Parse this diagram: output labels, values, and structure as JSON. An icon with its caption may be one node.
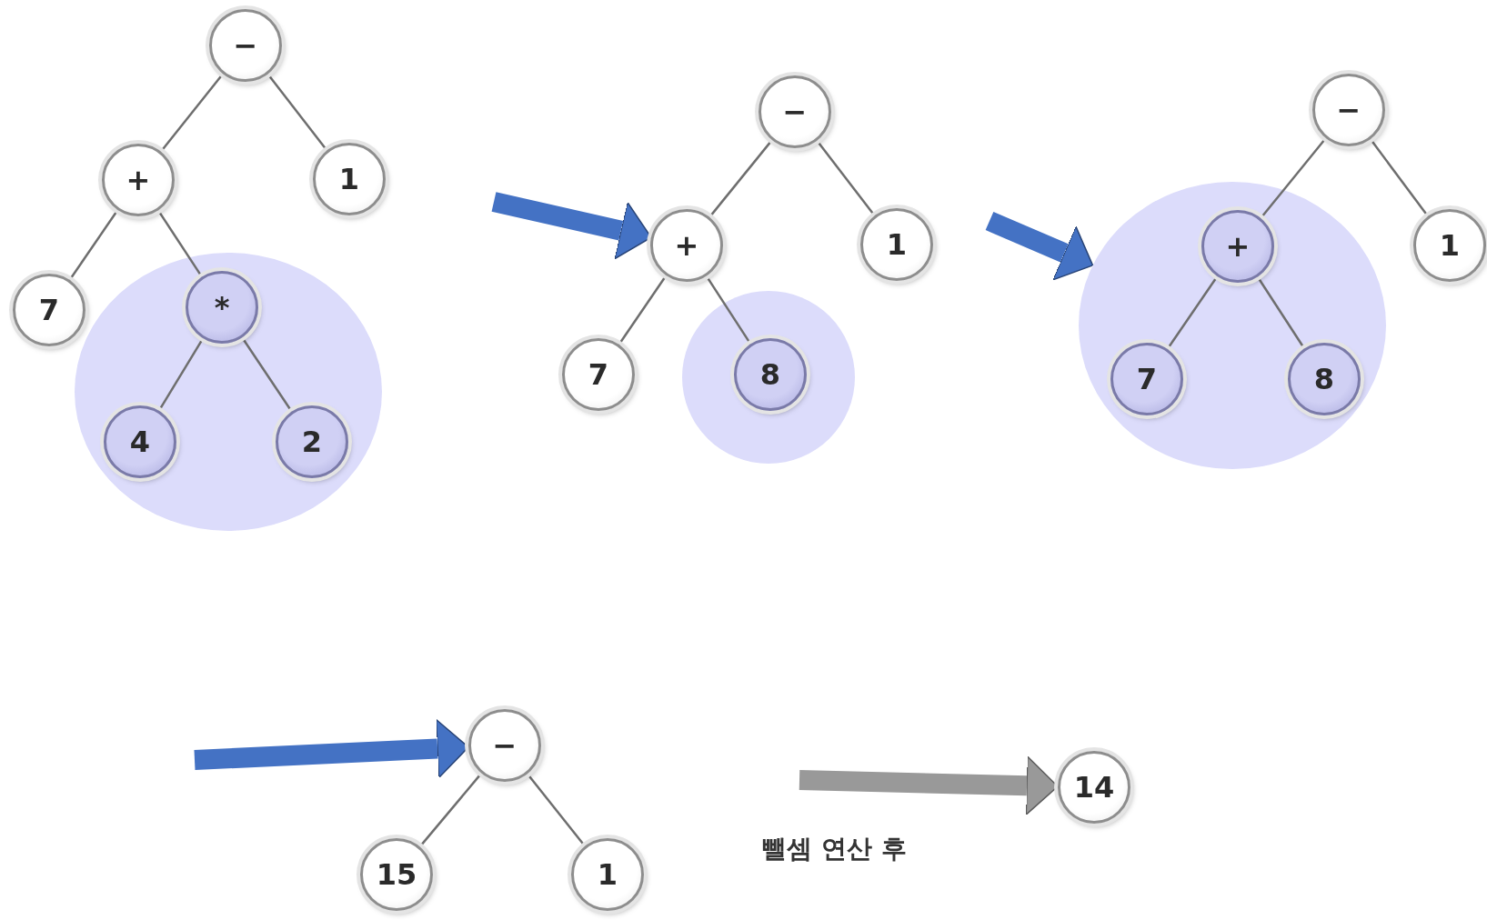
{
  "diagram": {
    "nodes": [
      {
        "text": [
          "−"
        ]
      },
      {
        "text": [
          "+"
        ]
      },
      {
        "text": [
          "1"
        ]
      },
      {
        "text": [
          "7"
        ]
      },
      {
        "text": [],
        "shape": "circle"
      },
      {
        "text": [
          "*"
        ],
        "in": 4
      },
      {
        "text": [
          "4"
        ],
        "in": 4
      },
      {
        "text": [
          "2"
        ],
        "in": 4
      },
      {
        "text": [
          "−"
        ]
      },
      {
        "text": [
          "+"
        ]
      },
      {
        "text": [
          "1"
        ]
      },
      {
        "text": [
          "7"
        ]
      },
      {
        "text": [],
        "shape": "circle"
      },
      {
        "text": [
          "8"
        ],
        "in": 12
      },
      {
        "text": [
          "−"
        ]
      },
      {
        "text": [
          "1"
        ]
      },
      {
        "text": [],
        "shape": "circle"
      },
      {
        "text": [
          "+"
        ],
        "in": 16
      },
      {
        "text": [
          "7"
        ],
        "in": 16
      },
      {
        "text": [
          "8"
        ],
        "in": 16
      },
      {
        "text": [
          "−"
        ]
      },
      {
        "text": [
          "15"
        ]
      },
      {
        "text": [
          "1"
        ]
      },
      {
        "text": [
          "14"
        ]
      }
    ],
    "edges": [
      {
        "from": 0,
        "to": 1,
        "arrow": "none"
      },
      {
        "from": 0,
        "to": 2,
        "arrow": "none"
      },
      {
        "from": 1,
        "to": 3,
        "arrow": "none"
      },
      {
        "from": 1,
        "to": 5,
        "arrow": "none"
      },
      {
        "from": 5,
        "to": 6,
        "arrow": "none"
      },
      {
        "from": 5,
        "to": 7,
        "arrow": "none"
      },
      {
        "from": null,
        "to": 9,
        "arrow": "to",
        "style": "thick",
        "color": "#4472c4"
      },
      {
        "from": 8,
        "to": 9,
        "arrow": "none"
      },
      {
        "from": 8,
        "to": 10,
        "arrow": "none"
      },
      {
        "from": 9,
        "to": 11,
        "arrow": "none"
      },
      {
        "from": 9,
        "to": 13,
        "arrow": "none"
      },
      {
        "from": null,
        "to": 16,
        "arrow": "to",
        "style": "thick",
        "color": "#4472c4"
      },
      {
        "from": 14,
        "to": 17,
        "arrow": "none"
      },
      {
        "from": 14,
        "to": 15,
        "arrow": "none"
      },
      {
        "from": 17,
        "to": 18,
        "arrow": "none"
      },
      {
        "from": 17,
        "to": 19,
        "arrow": "none"
      },
      {
        "from": null,
        "to": 20,
        "arrow": "to",
        "style": "thick",
        "color": "#4472c4"
      },
      {
        "from": 20,
        "to": 21,
        "arrow": "none"
      },
      {
        "from": 20,
        "to": 22,
        "arrow": "none"
      },
      {
        "from": null,
        "to": 23,
        "label": "뺄셈 연산 후",
        "arrow": "to",
        "style": "thick",
        "color": "#999999"
      }
    ]
  }
}
